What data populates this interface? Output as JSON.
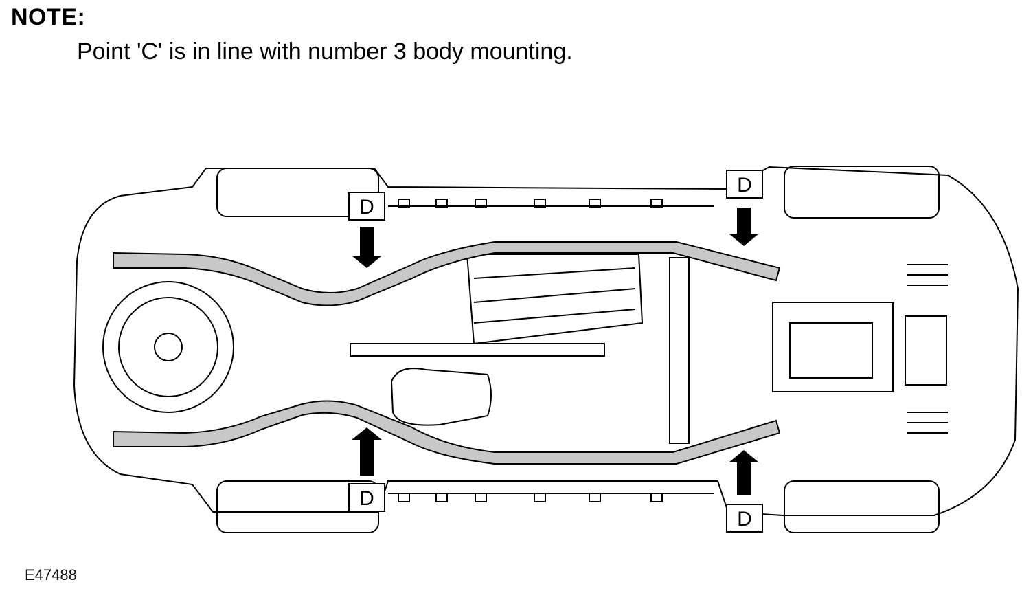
{
  "note": {
    "heading": "NOTE:",
    "text": "Point 'C' is in line with number 3 body mounting."
  },
  "diagram": {
    "callouts": [
      "D",
      "D",
      "D",
      "D"
    ],
    "figure_id": "E47488"
  }
}
